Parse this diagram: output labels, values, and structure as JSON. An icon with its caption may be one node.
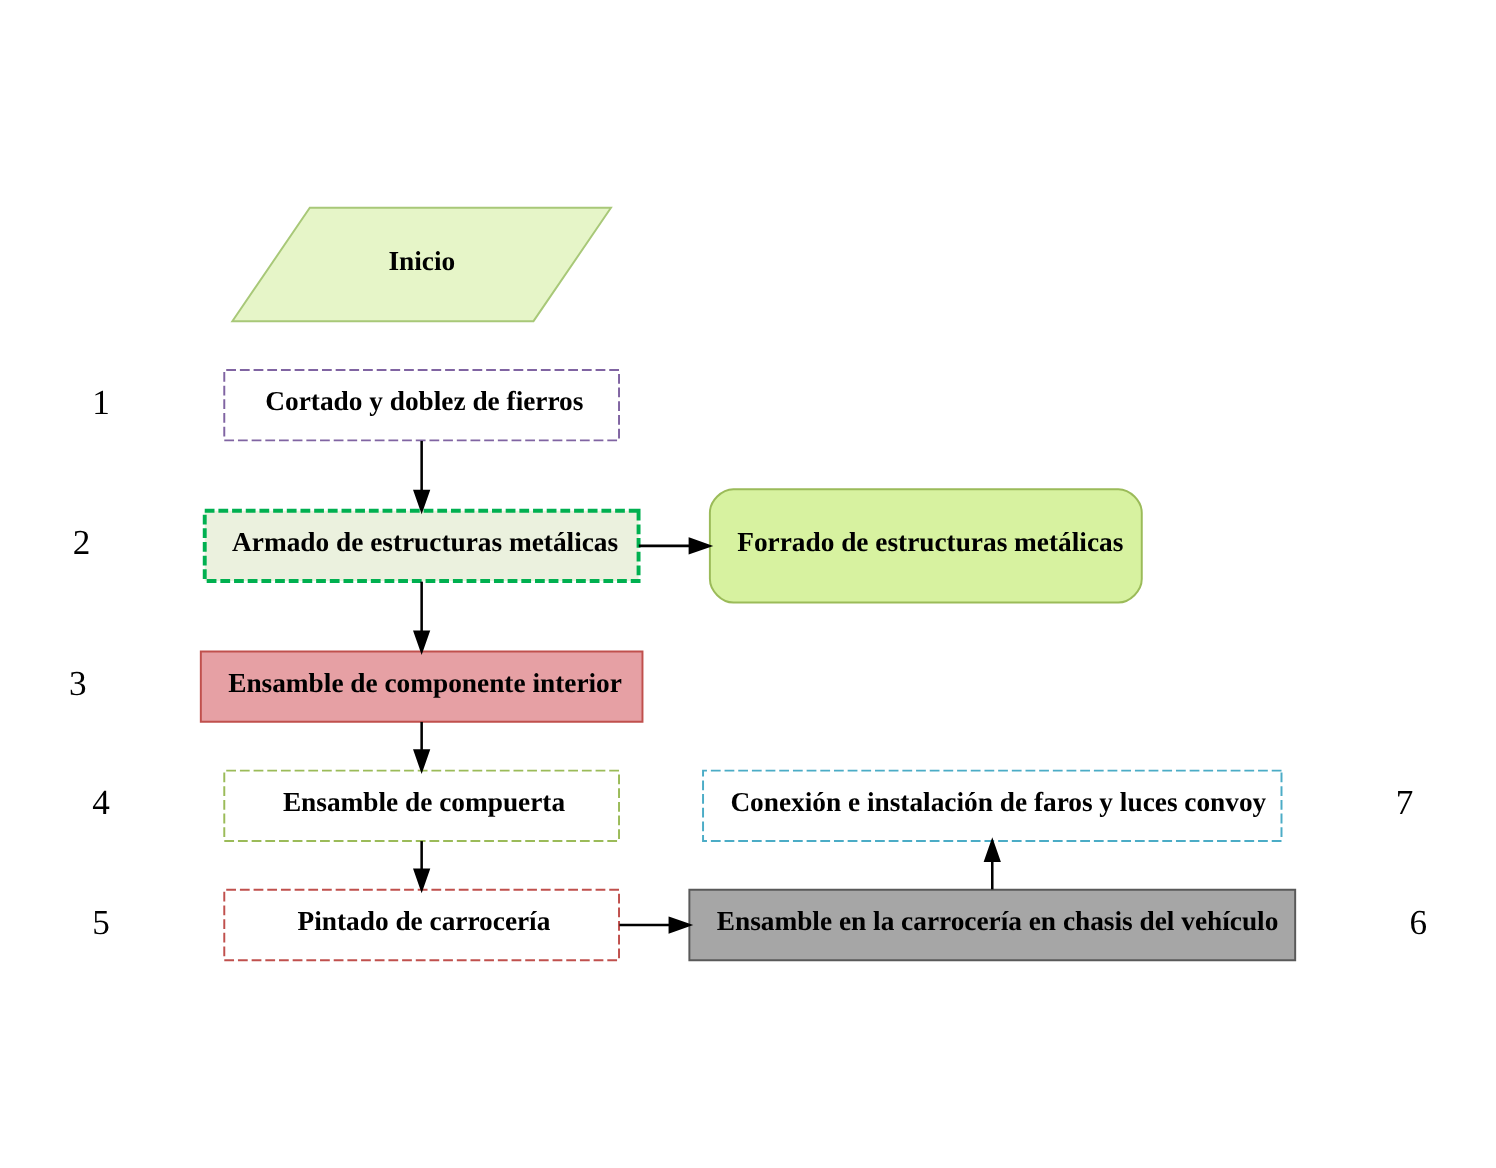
{
  "diagram": {
    "nodes": [
      {
        "text": [
          "Inicio"
        ]
      },
      {
        "text": [
          "Cortado y doblez de fierros"
        ],
        "beside": [
          "1"
        ]
      },
      {
        "text": [
          "Armado de estructuras metálicas"
        ],
        "beside": [
          "2"
        ]
      },
      {
        "text": [
          "Forrado de estructuras metálicas"
        ]
      },
      {
        "text": [
          "Ensamble de componente interior"
        ],
        "beside": [
          "3"
        ]
      },
      {
        "text": [
          "Ensamble de compuerta"
        ],
        "beside": [
          "4"
        ]
      },
      {
        "text": [
          "Pintado de carrocería"
        ],
        "beside": [
          "5"
        ]
      },
      {
        "text": [
          "Conexión e instalación de faros y luces convoy"
        ],
        "beside": [
          "7"
        ]
      },
      {
        "text": [
          "Ensamble en la carrocería en chasis del vehículo"
        ],
        "beside": [
          "6"
        ]
      }
    ],
    "edges": [
      {
        "from": 1,
        "to": 2,
        "arrow": "to"
      },
      {
        "from": 2,
        "to": 3,
        "arrow": "to"
      },
      {
        "from": 2,
        "to": 4,
        "arrow": "to"
      },
      {
        "from": 4,
        "to": 5,
        "arrow": "to"
      },
      {
        "from": 5,
        "to": 6,
        "arrow": "to"
      },
      {
        "from": 6,
        "to": 8,
        "arrow": "to"
      },
      {
        "from": 8,
        "to": 7,
        "arrow": "to"
      }
    ]
  }
}
